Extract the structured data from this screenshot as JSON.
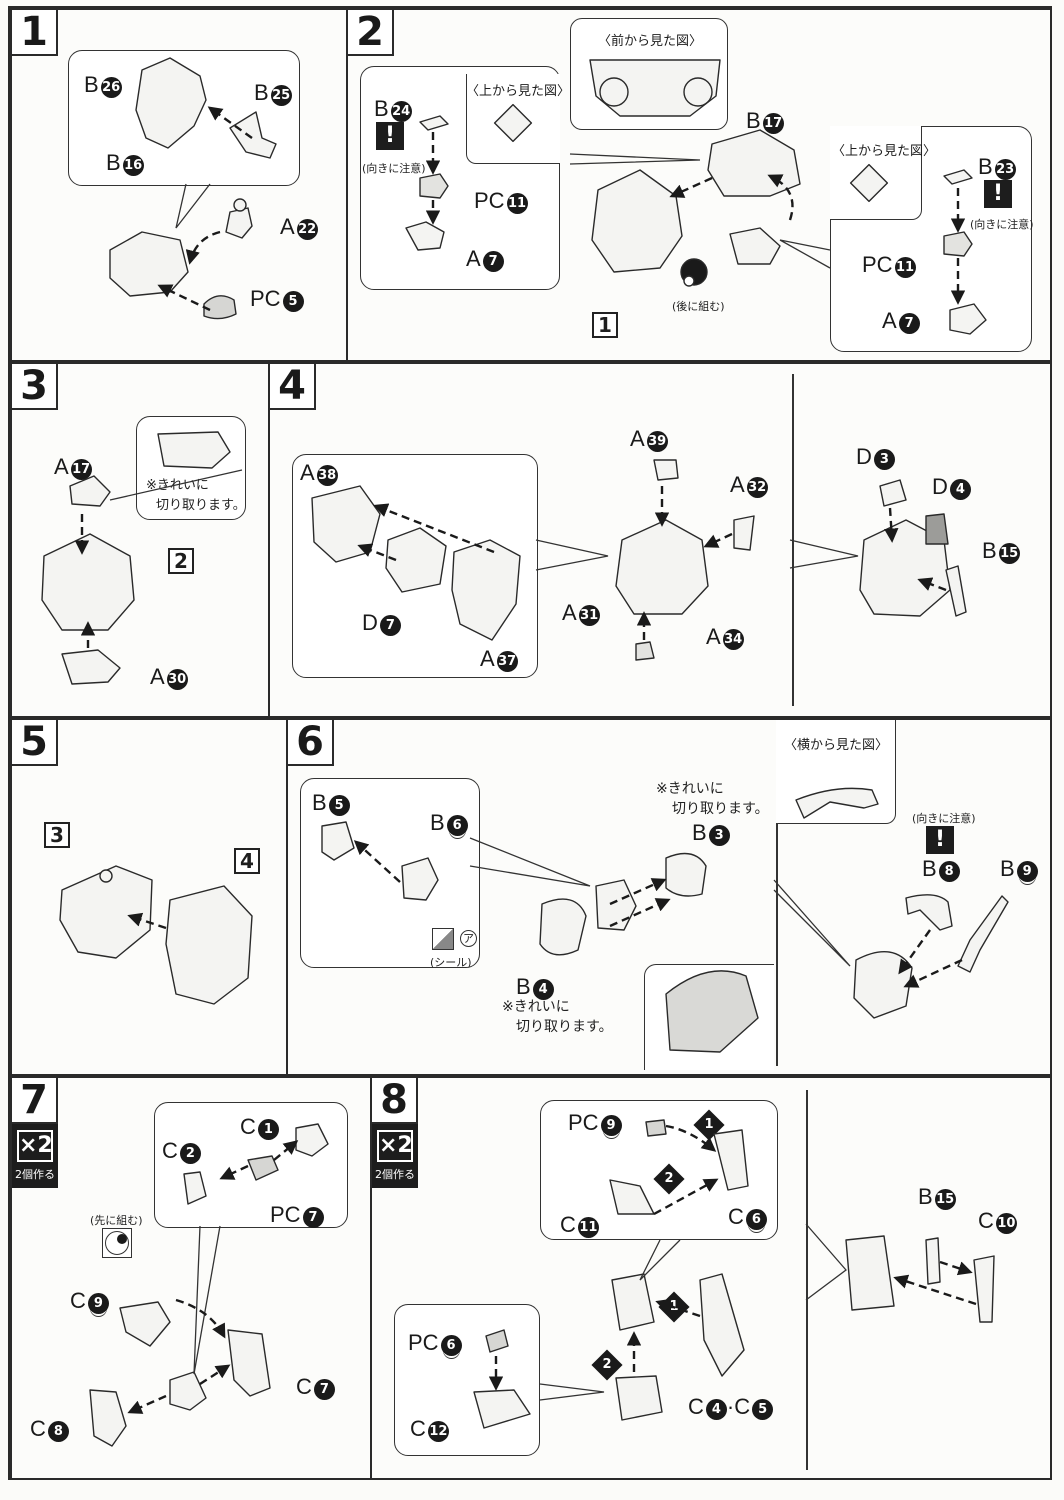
{
  "page": {
    "type": "assembly-instructions"
  },
  "steps": [
    {
      "number": "1",
      "labels": [
        "B26",
        "B25",
        "B16",
        "A22",
        "PC5"
      ]
    },
    {
      "number": "2",
      "front_view_title": "〈前から見た図〉",
      "top_view_title_left": "〈上から見た図〉",
      "top_view_title_right": "〈上から見た図〉",
      "orientation_note": "(向きに注意)",
      "later_note": "(後に組む)",
      "ref_step": "1",
      "labels_left": [
        "B24",
        "PC11",
        "A7"
      ],
      "labels_right": [
        "B23",
        "PC11",
        "A7"
      ],
      "main_label": "B17"
    },
    {
      "number": "3",
      "labels": [
        "A17",
        "A30"
      ],
      "ref_step": "2",
      "cut_note_line1": "※きれいに",
      "cut_note_line2": "切り取ります。"
    },
    {
      "number": "4",
      "callout_labels": [
        "A38",
        "D7",
        "A37"
      ],
      "center_labels": [
        "A39",
        "A32",
        "A31",
        "A34"
      ],
      "right_labels": [
        "D3",
        "D4",
        "B15"
      ]
    },
    {
      "number": "5",
      "ref_steps": [
        "3",
        "4"
      ]
    },
    {
      "number": "6",
      "callout_labels": [
        "B5",
        "B6"
      ],
      "sticker_mark": "ア",
      "sticker_note": "(シール)",
      "center_labels": [
        "B3",
        "B4"
      ],
      "cut_note_line1": "※きれいに",
      "cut_note_line2": "切り取ります。",
      "side_view_title": "〈横から見た図〉",
      "orientation_note": "(向きに注意)",
      "right_labels": [
        "B8",
        "B9"
      ]
    },
    {
      "number": "7",
      "multiplier": "×2",
      "multiplier_note": "2個作る",
      "first_note": "(先に組む)",
      "callout_labels": [
        "C1",
        "C2",
        "PC7"
      ],
      "labels": [
        "C9",
        "C7",
        "C8"
      ]
    },
    {
      "number": "8",
      "multiplier": "×2",
      "multiplier_note": "2個作る",
      "top_callout_labels": [
        "PC9",
        "C11",
        "C6"
      ],
      "bottom_callout_labels": [
        "PC6",
        "C12"
      ],
      "center_label": "C4·C5",
      "order_marks": [
        "1",
        "2"
      ],
      "right_labels": [
        "B15",
        "C10"
      ]
    }
  ],
  "label_parts": {
    "s1": {
      "B26": [
        "B",
        "26"
      ],
      "B25": [
        "B",
        "25"
      ],
      "B16": [
        "B",
        "16"
      ],
      "A22": [
        "A",
        "22"
      ],
      "PC5": [
        "PC",
        "5"
      ]
    },
    "s2": {
      "B24": [
        "B",
        "24"
      ],
      "PC11a": [
        "PC",
        "11"
      ],
      "A7a": [
        "A",
        "7"
      ],
      "B17": [
        "B",
        "17"
      ],
      "B23": [
        "B",
        "23"
      ],
      "PC11b": [
        "PC",
        "11"
      ],
      "A7b": [
        "A",
        "7"
      ]
    },
    "s3": {
      "A17": [
        "A",
        "17"
      ],
      "A30": [
        "A",
        "30"
      ]
    },
    "s4": {
      "A38": [
        "A",
        "38"
      ],
      "D7": [
        "D",
        "7"
      ],
      "A37": [
        "A",
        "37"
      ],
      "A39": [
        "A",
        "39"
      ],
      "A32": [
        "A",
        "32"
      ],
      "A31": [
        "A",
        "31"
      ],
      "A34": [
        "A",
        "34"
      ],
      "D3": [
        "D",
        "3"
      ],
      "D4": [
        "D",
        "4"
      ],
      "B15": [
        "B",
        "15"
      ]
    },
    "s6": {
      "B5": [
        "B",
        "5"
      ],
      "B6": [
        "B",
        "6"
      ],
      "B3": [
        "B",
        "3"
      ],
      "B4": [
        "B",
        "4"
      ],
      "B8": [
        "B",
        "8"
      ],
      "B9": [
        "B",
        "9"
      ]
    },
    "s7": {
      "C1": [
        "C",
        "1"
      ],
      "C2": [
        "C",
        "2"
      ],
      "PC7": [
        "PC",
        "7"
      ],
      "C9": [
        "C",
        "9"
      ],
      "C7": [
        "C",
        "7"
      ],
      "C8": [
        "C",
        "8"
      ]
    },
    "s8": {
      "PC9": [
        "PC",
        "9"
      ],
      "C11": [
        "C",
        "11"
      ],
      "C6": [
        "C",
        "6"
      ],
      "PC6": [
        "PC",
        "6"
      ],
      "C12": [
        "C",
        "12"
      ],
      "C4": [
        "C",
        "4"
      ],
      "C5": [
        "C",
        "5"
      ],
      "B15": [
        "B",
        "15"
      ],
      "C10": [
        "C",
        "10"
      ]
    }
  },
  "colors": {
    "ink": "#1a1a1a",
    "paper": "#fcfcfa",
    "part_fill": "#f4f4f2",
    "part_shade": "#c9c9c6",
    "badge_bg": "#1d1d1d"
  }
}
